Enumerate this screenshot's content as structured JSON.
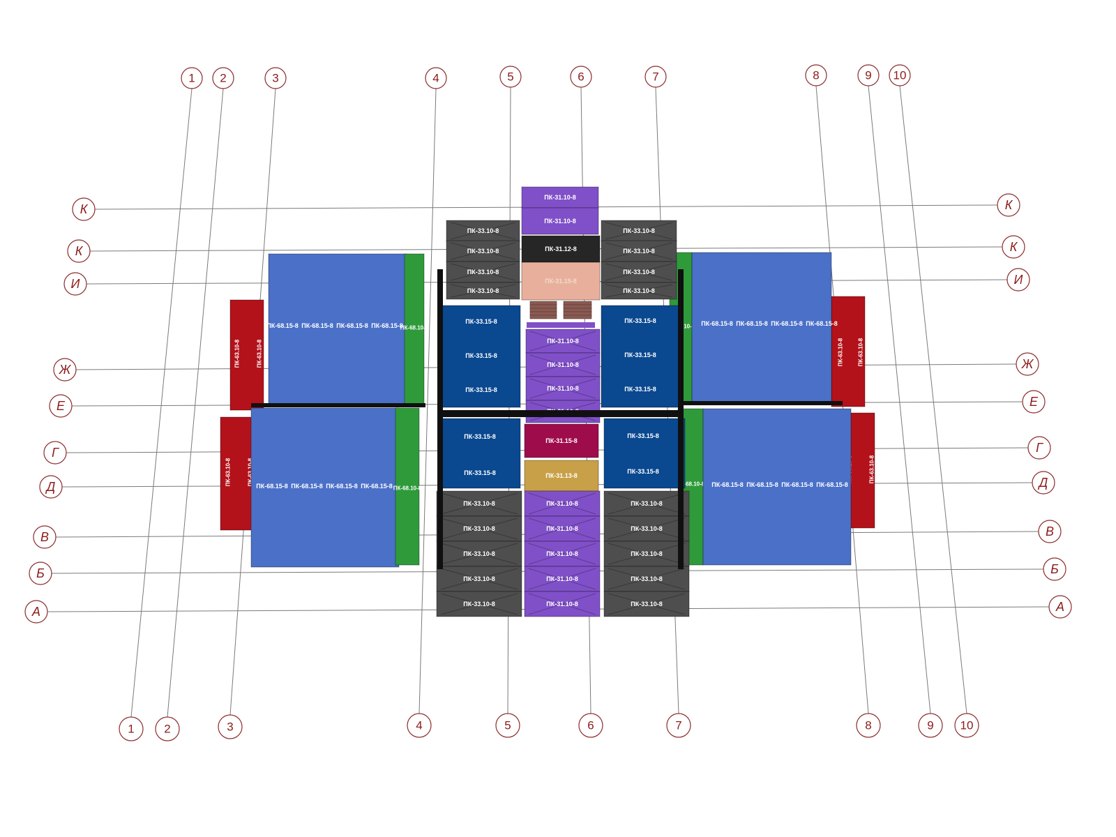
{
  "colors": {
    "blue": "#4a70c8",
    "navy": "#0a4890",
    "green": "#2f9a3a",
    "red": "#b3121a",
    "gray": "#4e4e4e",
    "dark": "#262626",
    "purple": "#8050c8",
    "peach": "#e8b09c",
    "crimson": "#9e0c4c",
    "gold": "#c8a048",
    "grid": "#7a7a7a",
    "bubble_text": "#8b1a1a"
  },
  "axes": {
    "columns": [
      "1",
      "2",
      "3",
      "4",
      "5",
      "6",
      "7",
      "8",
      "9",
      "10"
    ],
    "rows": [
      "К",
      "К",
      "И",
      "Ж",
      "Е",
      "Г",
      "Д",
      "В",
      "Б",
      "А"
    ]
  },
  "slab_labels": {
    "blue_68_15": "ПК-68.15-8",
    "green_68_10": "ПК-68.10-8",
    "red_63_10": "ПК-63.10-8",
    "gray_33_10": "ПК-33.10-8",
    "navy_33_15": "ПК-33.15-8",
    "purple_31_10": "ПК-31.10-8",
    "dark_31_12": "ПК-31.12-8",
    "peach_31_15": "ПК-31.15-8",
    "crimson_31_15": "ПК-31.15-8",
    "gold_31_13": "ПК-31.13-8"
  }
}
